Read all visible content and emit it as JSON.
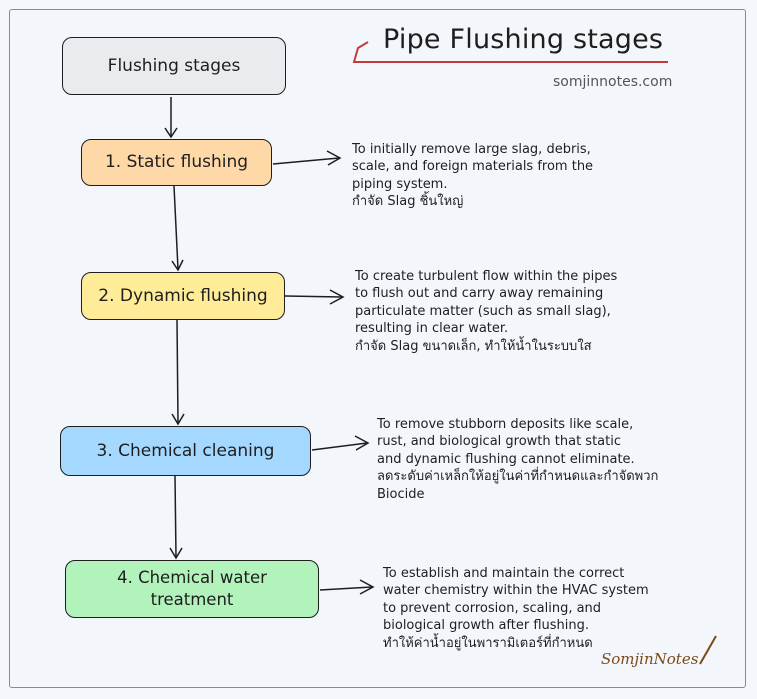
{
  "title": "Pipe Flushing stages",
  "website": "somjinnotes.com",
  "signature": "SomjinNotes",
  "start_node": {
    "label": "Flushing stages"
  },
  "stages": [
    {
      "label": "1. Static flushing",
      "color": "#ffd8a8",
      "description": "To initially remove large slag, debris,\nscale, and foreign materials from the\npiping system.",
      "thai": "กำจัด Slag ชิ้นใหญ่"
    },
    {
      "label": "2. Dynamic flushing",
      "color": "#ffec99",
      "description": "To create turbulent flow within the pipes\nto flush out and carry away remaining\nparticulate matter (such as small slag),\nresulting in clear water.",
      "thai": "กำจัด Slag ขนาดเล็ก, ทำให้น้ำในระบบใส"
    },
    {
      "label": "3. Chemical cleaning",
      "color": "#a5d8ff",
      "description": "To remove stubborn deposits like scale,\nrust, and biological growth that static\nand dynamic flushing cannot eliminate.",
      "thai": "ลดระดับค่าเหล็กให้อยู่ในค่าที่กำหนดและกำจัดพวก\nBiocide"
    },
    {
      "label": "4. Chemical water\ntreatment",
      "color": "#b2f2bb",
      "description": "To establish and maintain the correct\nwater chemistry within the HVAC system\nto prevent corrosion, scaling, and\nbiological growth after flushing.",
      "thai": "ทำให้ค่าน้ำอยู่ในพารามิเตอร์ที่กำหนด"
    }
  ]
}
